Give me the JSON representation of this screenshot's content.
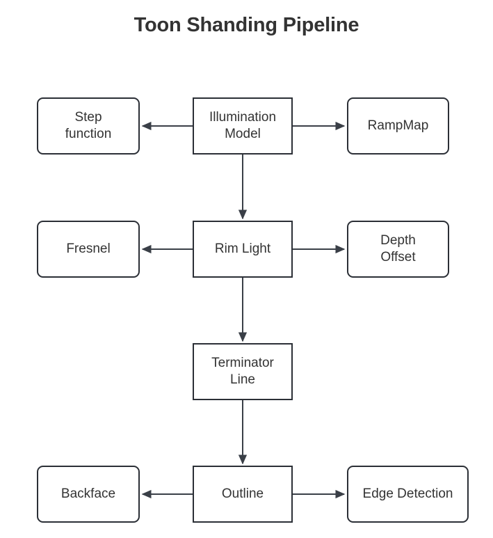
{
  "title": "Toon Shanding\nPipeline",
  "colors": {
    "background": "#ffffff",
    "node_border": "#2b2f36",
    "node_fill": "#ffffff",
    "text": "#333333",
    "edge": "#3a3f47"
  },
  "nodes": {
    "illumination_model": "Illumination\nModel",
    "step_function": "Step\nfunction",
    "ramp_map": "RampMap",
    "rim_light": "Rim Light",
    "fresnel": "Fresnel",
    "depth_offset": "Depth\nOffset",
    "terminator_line": "Terminator\nLine",
    "outline": "Outline",
    "backface": "Backface",
    "edge_detection": "Edge Detection"
  },
  "edges": [
    {
      "from": "illumination_model",
      "to": "step_function",
      "direction": "left"
    },
    {
      "from": "illumination_model",
      "to": "ramp_map",
      "direction": "right"
    },
    {
      "from": "illumination_model",
      "to": "rim_light",
      "direction": "down"
    },
    {
      "from": "rim_light",
      "to": "fresnel",
      "direction": "left"
    },
    {
      "from": "rim_light",
      "to": "depth_offset",
      "direction": "right"
    },
    {
      "from": "rim_light",
      "to": "terminator_line",
      "direction": "down"
    },
    {
      "from": "terminator_line",
      "to": "outline",
      "direction": "down"
    },
    {
      "from": "outline",
      "to": "backface",
      "direction": "left"
    },
    {
      "from": "outline",
      "to": "edge_detection",
      "direction": "right"
    }
  ]
}
